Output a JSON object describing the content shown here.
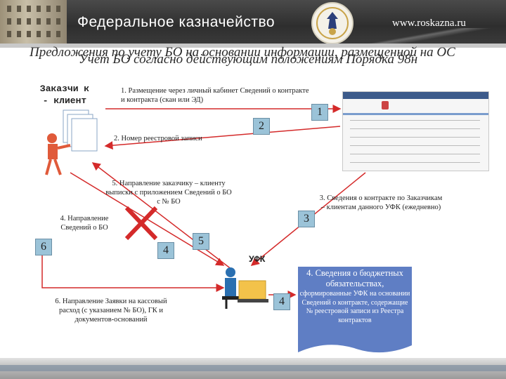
{
  "header": {
    "title": "Федеральное казначейство",
    "url": "www.roskazna.ru"
  },
  "slide": {
    "title_back": "Предложения по учету БО на основании информации, размещенной на ОС",
    "title_front": "Учет БО согласно действующим положениям Порядка 98н"
  },
  "diagram": {
    "customer_label": "Заказчи к - клиент",
    "ufk_label": "УФК",
    "steps": {
      "s1": "1. Размещение через личный кабинет Сведений о контракте и контракта (скан или ЭД)",
      "s2": "2. Номер реестровой записи",
      "s3": "3. Сведения о контракте по Заказчикам – клиентам данного УФК (ежедневно)",
      "s4": "4. Направление Сведений о БО",
      "s5": "5. Направление заказчику – клиенту выписки с приложением Сведений о БО с № БО",
      "s6": "6. Направление Заявки на кассовый расход (с указанием № БО), ГК и документов-оснований"
    },
    "badges": {
      "b1": "1",
      "b2": "2",
      "b3": "3",
      "b4a": "4",
      "b4b": "4",
      "b5": "5",
      "b6": "6"
    },
    "note4": {
      "title": "4. Сведения о бюджетных обязательствах,",
      "body": "сформированные УФК на основании Сведений о контракте, содержащие № реестровой записи из Реестра контрактов"
    }
  },
  "colors": {
    "arrow": "#d42a2a",
    "badge": "#9bc3d8",
    "note": "#5f7ec4",
    "cross": "#d42a2a"
  }
}
